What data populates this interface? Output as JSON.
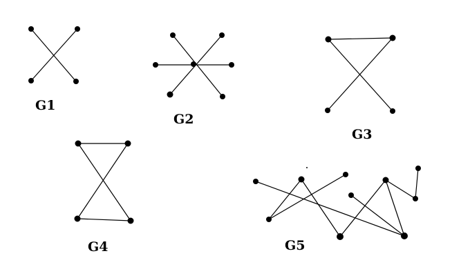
{
  "diagram": {
    "graphs": [
      {
        "id": "g1",
        "label": "G1"
      },
      {
        "id": "g2",
        "label": "G2"
      },
      {
        "id": "g3",
        "label": "G3"
      },
      {
        "id": "g4",
        "label": "G4"
      },
      {
        "id": "g5",
        "label": "G5"
      }
    ],
    "colors": {
      "edge": "#000000",
      "vertex": "#000000",
      "background": "#ffffff"
    }
  }
}
